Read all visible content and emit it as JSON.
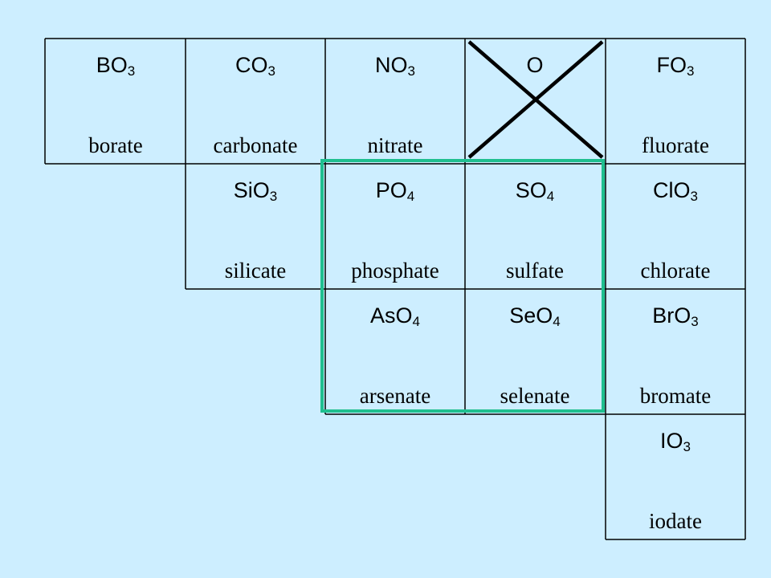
{
  "cells": {
    "borate": {
      "formula": "BO",
      "sub": "3",
      "name": "borate"
    },
    "carbonate": {
      "formula": "CO",
      "sub": "3",
      "name": "carbonate"
    },
    "nitrate": {
      "formula": "NO",
      "sub": "3",
      "name": "nitrate"
    },
    "oxygen": {
      "formula": "O",
      "sub": "",
      "name": ""
    },
    "fluorate": {
      "formula": "FO",
      "sub": "3",
      "name": "fluorate"
    },
    "silicate": {
      "formula": "SiO",
      "sub": "3",
      "name": "silicate"
    },
    "phosphate": {
      "formula": "PO",
      "sub": "4",
      "name": "phosphate"
    },
    "sulfate": {
      "formula": "SO",
      "sub": "4",
      "name": "sulfate"
    },
    "chlorate": {
      "formula": "ClO",
      "sub": "3",
      "name": "chlorate"
    },
    "arsenate": {
      "formula": "AsO",
      "sub": "4",
      "name": "arsenate"
    },
    "selenate": {
      "formula": "SeO",
      "sub": "4",
      "name": "selenate"
    },
    "bromate": {
      "formula": "BrO",
      "sub": "3",
      "name": "bromate"
    },
    "iodate": {
      "formula": "IO",
      "sub": "3",
      "name": "iodate"
    }
  },
  "colors": {
    "background": "#cdeeff",
    "grid_lines": "#000000",
    "highlight_box": "#1fbf8f",
    "cross_out": "#000000"
  }
}
